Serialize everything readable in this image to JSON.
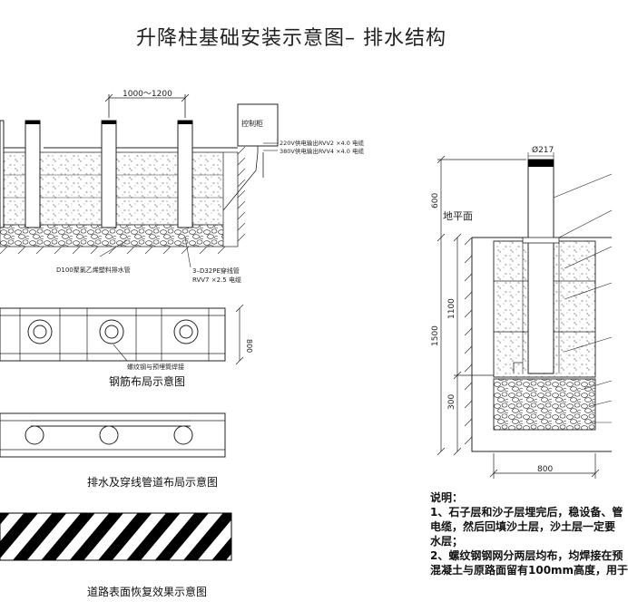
{
  "title": "升降柱基础安装示意图– 排水结构",
  "left_section": {
    "spacing_dim": "1000～1200",
    "control_box": "控制柜",
    "cable_220": "220V供电输出RVV2 ×4.0 电缆",
    "cable_380": "380V供电输出RVV4 ×4.0 电缆",
    "drain_pipe": "D100聚氯乙烯塑料排水管",
    "conduit": "3–D32PE穿线管",
    "cable_rvv": "RVV7 ×2.5 电缆",
    "weld_note": "螺纹钢与预埋筒焊接",
    "dim_800": "800",
    "caption_rebar": "钢筋布局示意图",
    "caption_drain": "排水及穿线管道布局示意图",
    "caption_road": "道路表面恢复效果示意图"
  },
  "right_section": {
    "diameter": "Ø217",
    "dim_600": "600",
    "ground_label": "地平面",
    "dim_1100": "1100",
    "dim_1500": "1500",
    "dim_300": "300",
    "dim_800_bottom": "800"
  },
  "notes": {
    "heading": "说明：",
    "lines": [
      "1、石子层和沙子层埋完后，稳设备、管",
      "电缆，然后回填沙土层，沙土层一定要",
      "水层；",
      "2、螺纹钢钢网分两层均布，均焊接在预",
      "混凝土与原路面留有100mm高度，用于"
    ]
  }
}
